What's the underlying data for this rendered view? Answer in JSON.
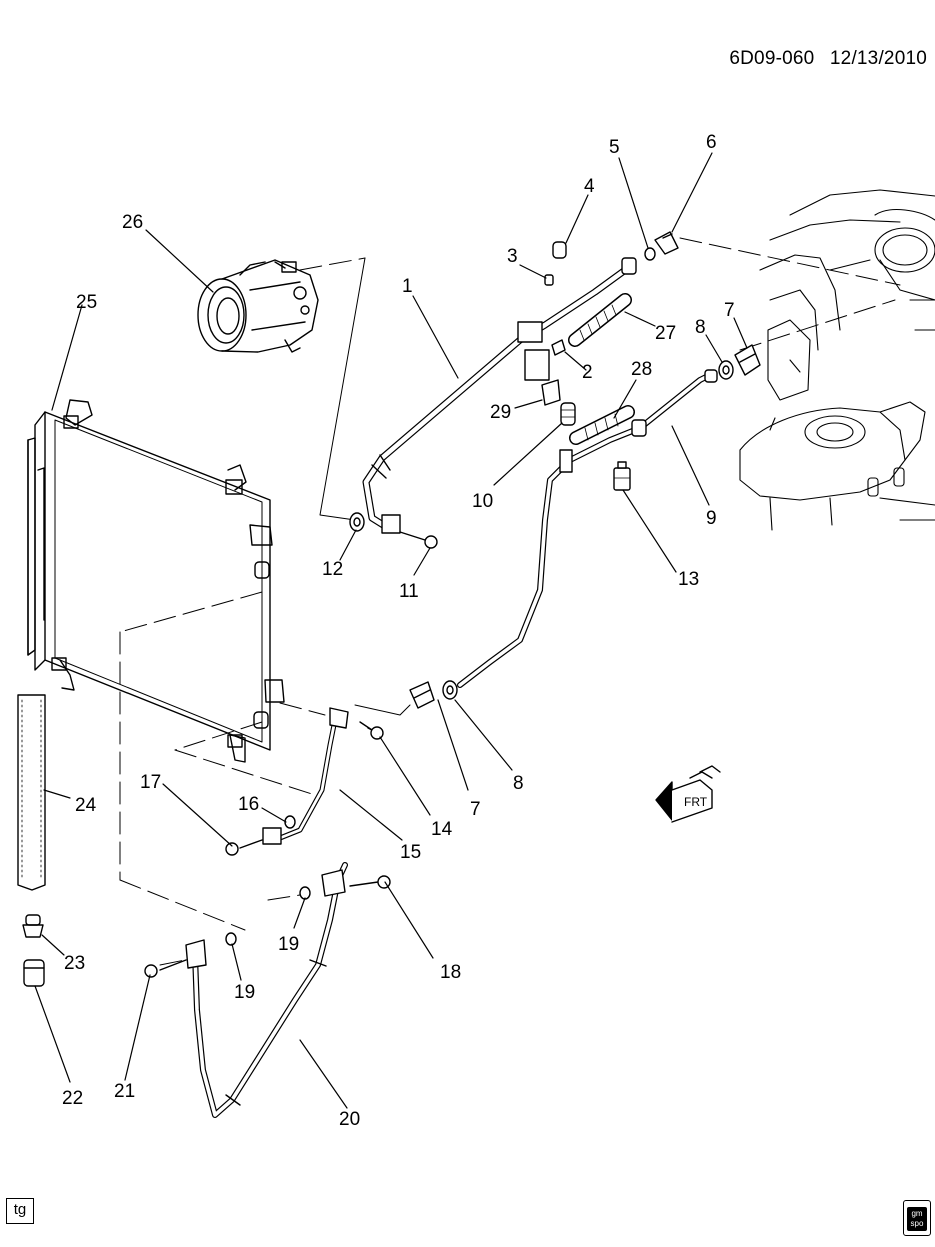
{
  "header": {
    "diagram_code": "6D09-060",
    "date": "12/13/2010"
  },
  "footer": {
    "tag_label": "tg",
    "logo_text": "gm spo"
  },
  "callouts": {
    "c1": "1",
    "c2": "2",
    "c3": "3",
    "c4": "4",
    "c5": "5",
    "c6": "6",
    "c7a": "7",
    "c7b": "7",
    "c8a": "8",
    "c8b": "8",
    "c9": "9",
    "c10": "10",
    "c11": "11",
    "c12": "12",
    "c13": "13",
    "c14": "14",
    "c15": "15",
    "c16": "16",
    "c17": "17",
    "c18": "18",
    "c19a": "19",
    "c19b": "19",
    "c20": "20",
    "c21": "21",
    "c22": "22",
    "c23": "23",
    "c24": "24",
    "c25": "25",
    "c26": "26",
    "c27": "27",
    "c28": "28",
    "c29": "29"
  },
  "direction_arrow": {
    "label": "FRT"
  }
}
